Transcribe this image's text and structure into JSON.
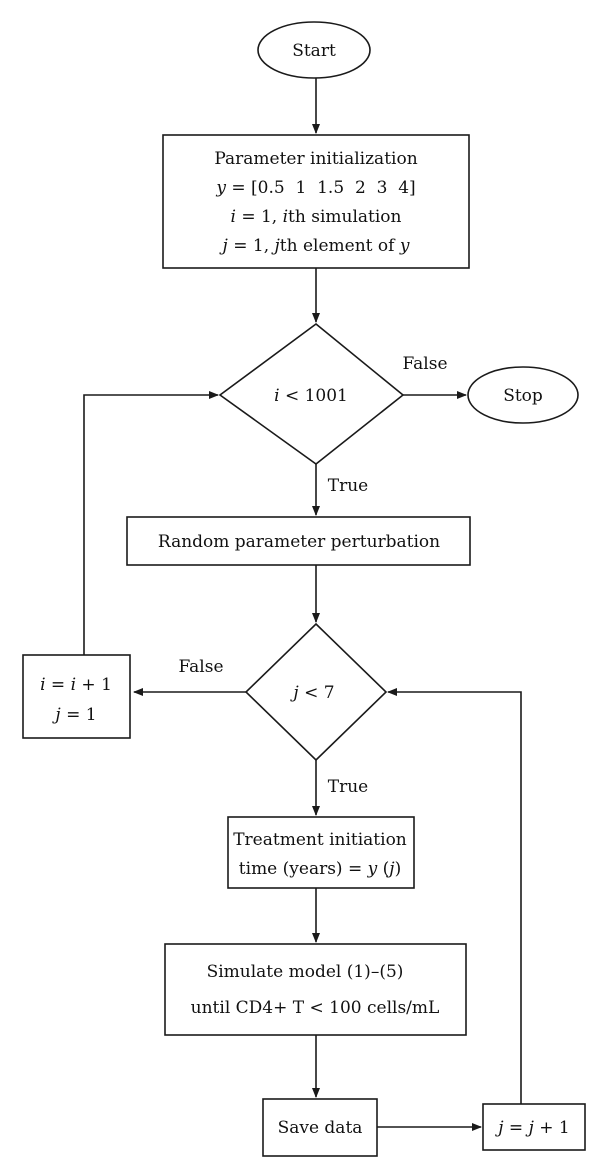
{
  "nodes": {
    "start": {
      "label": "Start"
    },
    "param_init": {
      "title": "Parameter initialization",
      "line_y": {
        "var": "y",
        "rest": " = [0.5  1  1.5  2  3  4]"
      },
      "line_i": {
        "var": "i",
        "mid": " = 1, ",
        "var2": "i",
        "rest": "th simulation"
      },
      "line_j": {
        "var": "j",
        "mid": " = 1, ",
        "var2": "j",
        "rest": "th element of ",
        "var3": "y"
      }
    },
    "cond_i": {
      "var": "i",
      "rest": " < 1001"
    },
    "stop": {
      "label": "Stop"
    },
    "perturb": {
      "label": "Random parameter perturbation"
    },
    "cond_j": {
      "var": "j",
      "rest": " < 7"
    },
    "update_ij": {
      "line1": {
        "var": "i",
        "mid": " = ",
        "var2": "i",
        "rest": " + 1"
      },
      "line2": {
        "var": "j",
        "rest": " = 1"
      }
    },
    "treatment": {
      "line1": "Treatment initiation",
      "line2_prefix": "time (years) = ",
      "line2_var": "y",
      "line2_paren_open": " (",
      "line2_var2": "j",
      "line2_paren_close": ")"
    },
    "simulate": {
      "line1": "Simulate model (1)–(5)",
      "line2": "until CD4+ T < 100 cells/mL"
    },
    "save": {
      "label": "Save data"
    },
    "increment_j": {
      "var": "j",
      "mid": " = ",
      "var2": "j",
      "rest": " + 1"
    }
  },
  "edge_labels": {
    "i_false": "False",
    "i_true": "True",
    "j_false": "False",
    "j_true": "True"
  }
}
